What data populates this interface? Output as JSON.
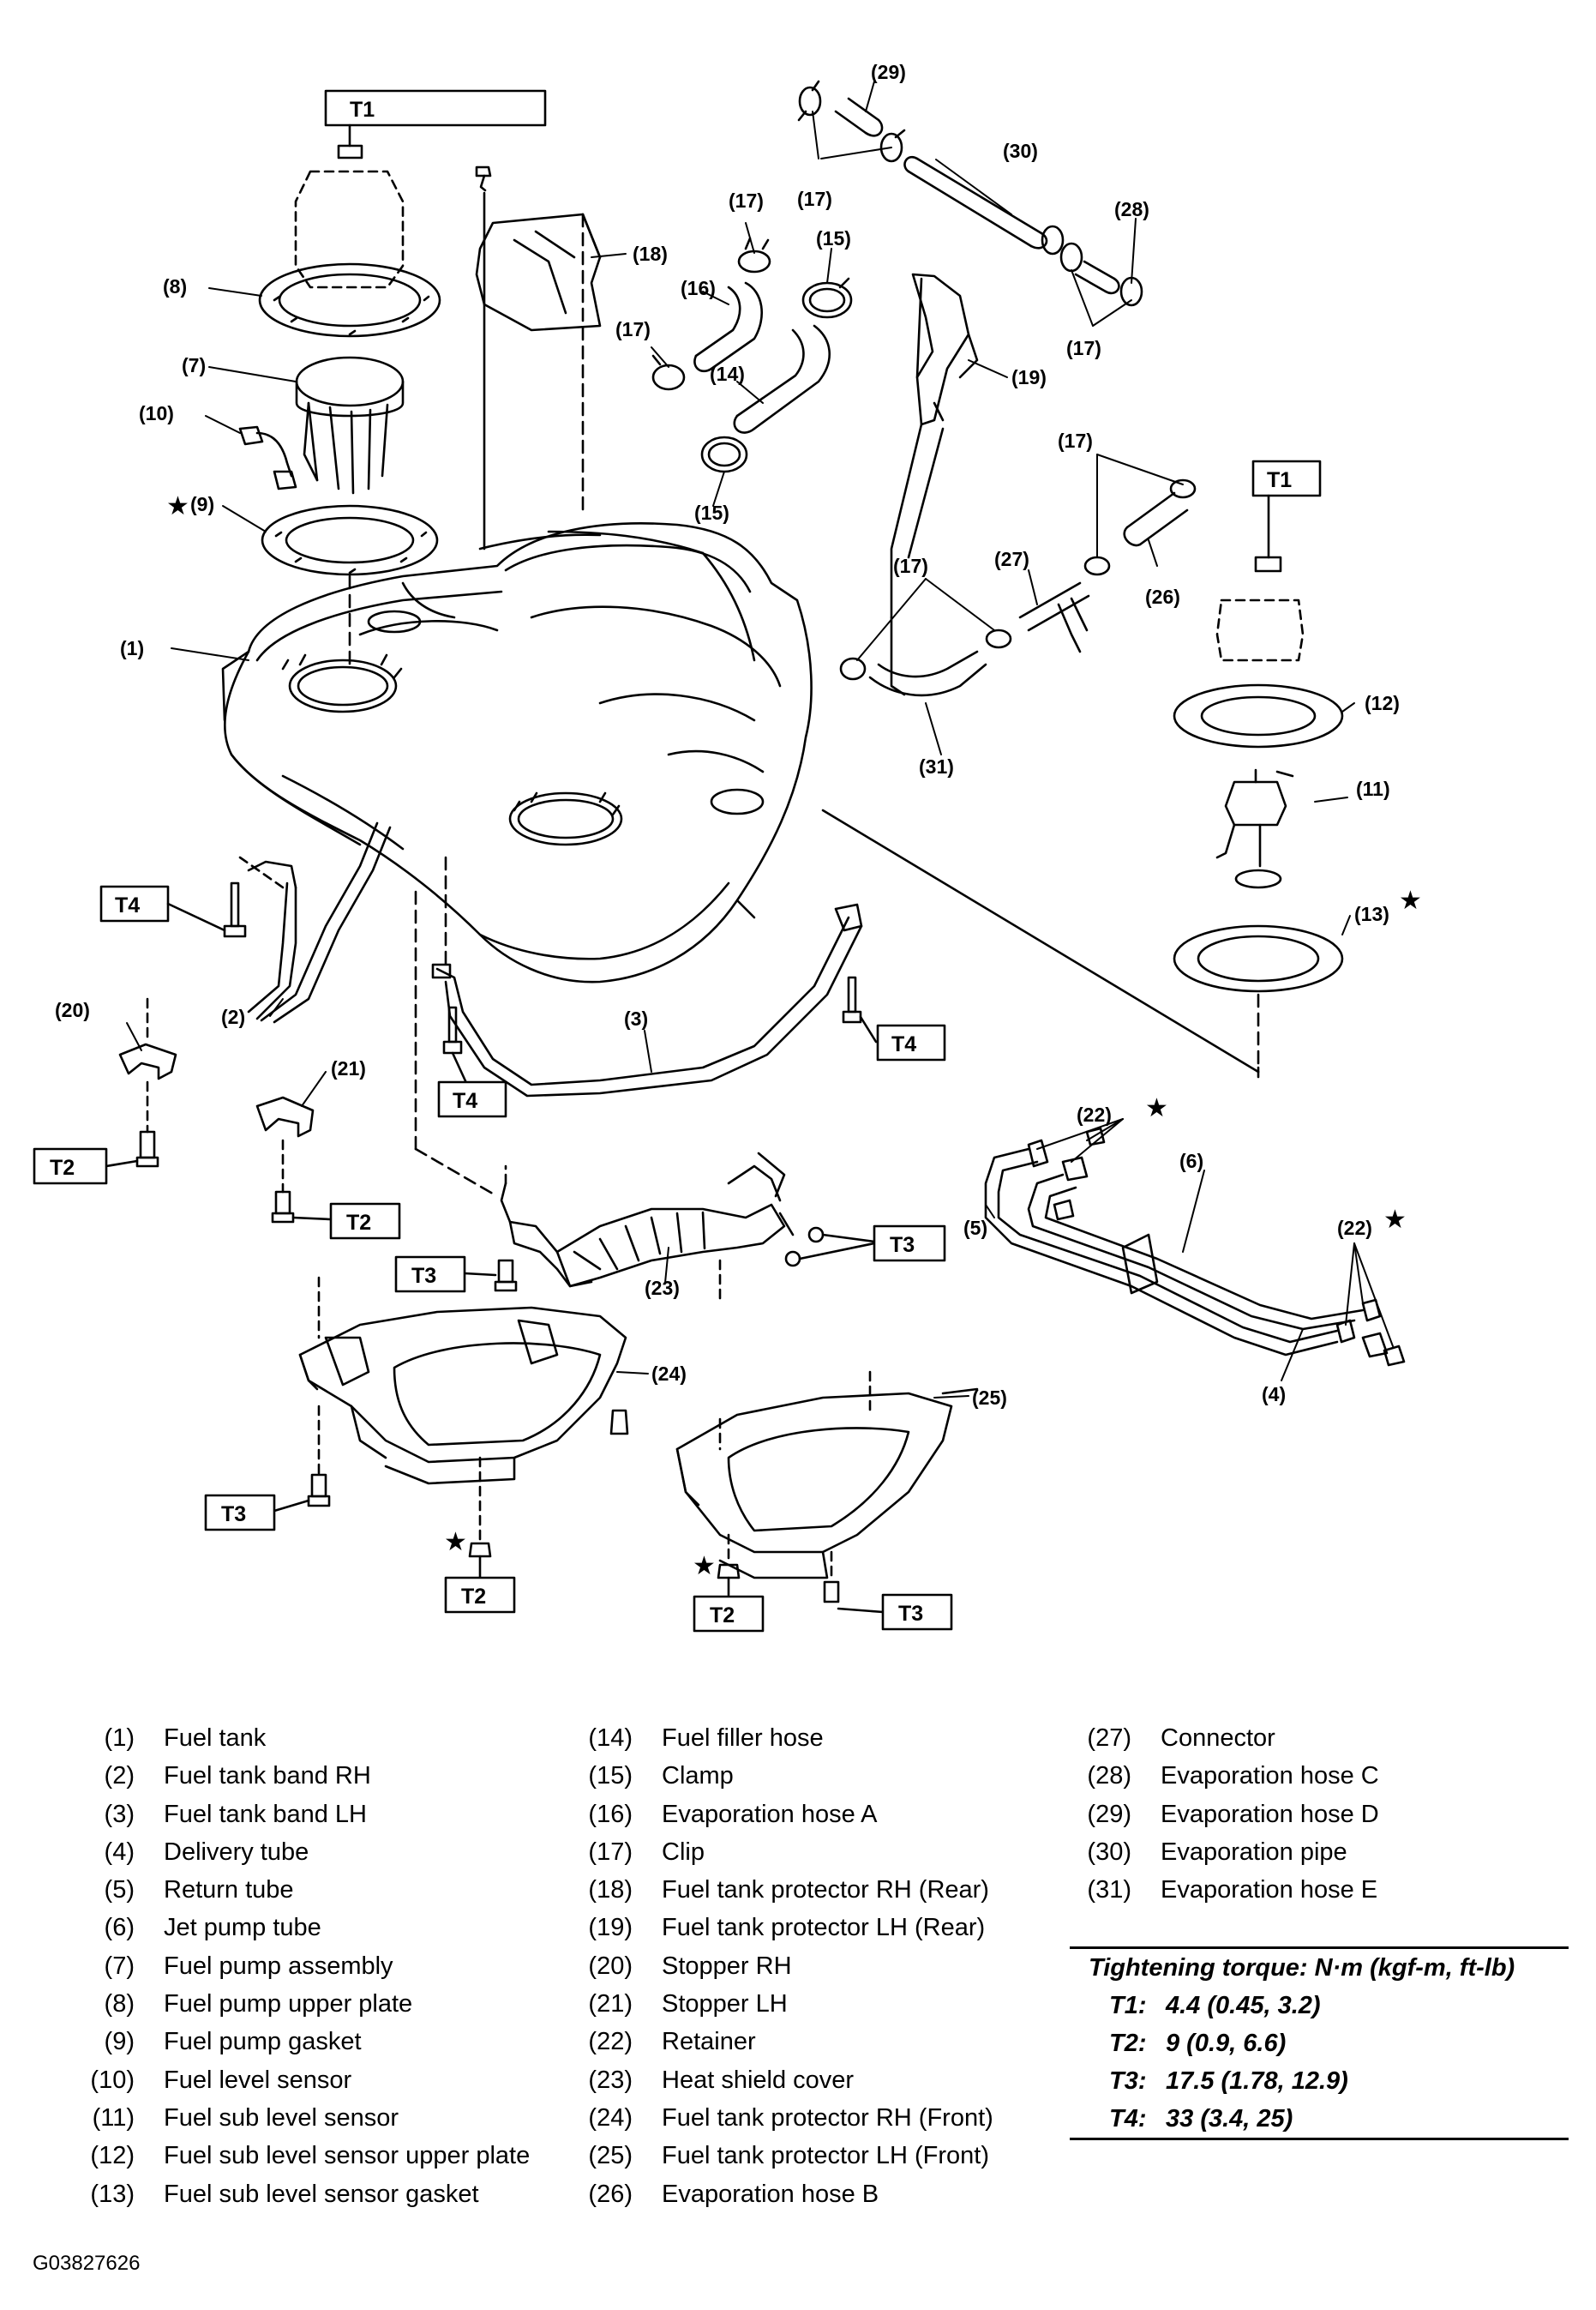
{
  "callouts": [
    {
      "id": "c1",
      "label": "(1)"
    },
    {
      "id": "c2",
      "label": "(2)"
    },
    {
      "id": "c3",
      "label": "(3)"
    },
    {
      "id": "c4",
      "label": "(4)"
    },
    {
      "id": "c5",
      "label": "(5)"
    },
    {
      "id": "c6",
      "label": "(6)"
    },
    {
      "id": "c7",
      "label": "(7)"
    },
    {
      "id": "c8",
      "label": "(8)"
    },
    {
      "id": "c9",
      "label": "(9)"
    },
    {
      "id": "c10",
      "label": "(10)"
    },
    {
      "id": "c11",
      "label": "(11)"
    },
    {
      "id": "c12",
      "label": "(12)"
    },
    {
      "id": "c13",
      "label": "(13)"
    },
    {
      "id": "c14",
      "label": "(14)"
    },
    {
      "id": "c15a",
      "label": "(15)"
    },
    {
      "id": "c15b",
      "label": "(15)"
    },
    {
      "id": "c16",
      "label": "(16)"
    },
    {
      "id": "c17a",
      "label": "(17)"
    },
    {
      "id": "c17b",
      "label": "(17)"
    },
    {
      "id": "c17c",
      "label": "(17)"
    },
    {
      "id": "c17d",
      "label": "(17)"
    },
    {
      "id": "c17e",
      "label": "(17)"
    },
    {
      "id": "c17f",
      "label": "(17)"
    },
    {
      "id": "c18",
      "label": "(18)"
    },
    {
      "id": "c19",
      "label": "(19)"
    },
    {
      "id": "c20",
      "label": "(20)"
    },
    {
      "id": "c21",
      "label": "(21)"
    },
    {
      "id": "c22a",
      "label": "(22)"
    },
    {
      "id": "c22b",
      "label": "(22)"
    },
    {
      "id": "c23",
      "label": "(23)"
    },
    {
      "id": "c24",
      "label": "(24)"
    },
    {
      "id": "c25",
      "label": "(25)"
    },
    {
      "id": "c26",
      "label": "(26)"
    },
    {
      "id": "c27",
      "label": "(27)"
    },
    {
      "id": "c28",
      "label": "(28)"
    },
    {
      "id": "c29",
      "label": "(29)"
    },
    {
      "id": "c30",
      "label": "(30)"
    },
    {
      "id": "c31",
      "label": "(31)"
    }
  ],
  "torque_boxes": [
    {
      "id": "t1a",
      "label": "T1"
    },
    {
      "id": "t1b",
      "label": "T1"
    },
    {
      "id": "t2a",
      "label": "T2"
    },
    {
      "id": "t2b",
      "label": "T2"
    },
    {
      "id": "t3a",
      "label": "T3"
    },
    {
      "id": "t3b",
      "label": "T3"
    },
    {
      "id": "t3c",
      "label": "T3"
    },
    {
      "id": "t3d",
      "label": "T3"
    },
    {
      "id": "t3e",
      "label": "T3"
    },
    {
      "id": "t3f",
      "label": "T3"
    },
    {
      "id": "t4a",
      "label": "T4"
    },
    {
      "id": "t4b",
      "label": "T4"
    },
    {
      "id": "t4c",
      "label": "T4"
    }
  ],
  "star_symbol": "★",
  "legend": [
    {
      "num": "(1)",
      "name": "Fuel tank"
    },
    {
      "num": "(2)",
      "name": "Fuel tank band RH"
    },
    {
      "num": "(3)",
      "name": "Fuel tank band LH"
    },
    {
      "num": "(4)",
      "name": "Delivery tube"
    },
    {
      "num": "(5)",
      "name": "Return tube"
    },
    {
      "num": "(6)",
      "name": "Jet pump tube"
    },
    {
      "num": "(7)",
      "name": "Fuel pump assembly"
    },
    {
      "num": "(8)",
      "name": "Fuel pump upper plate"
    },
    {
      "num": "(9)",
      "name": "Fuel pump gasket"
    },
    {
      "num": "(10)",
      "name": "Fuel level sensor"
    },
    {
      "num": "(11)",
      "name": "Fuel sub level sensor"
    },
    {
      "num": "(12)",
      "name": "Fuel sub level sensor upper plate"
    },
    {
      "num": "(13)",
      "name": "Fuel sub level sensor gasket"
    },
    {
      "num": "(14)",
      "name": "Fuel filler hose"
    },
    {
      "num": "(15)",
      "name": "Clamp"
    },
    {
      "num": "(16)",
      "name": "Evaporation hose A"
    },
    {
      "num": "(17)",
      "name": "Clip"
    },
    {
      "num": "(18)",
      "name": "Fuel tank protector RH (Rear)"
    },
    {
      "num": "(19)",
      "name": "Fuel tank protector LH (Rear)"
    },
    {
      "num": "(20)",
      "name": "Stopper RH"
    },
    {
      "num": "(21)",
      "name": "Stopper LH"
    },
    {
      "num": "(22)",
      "name": "Retainer"
    },
    {
      "num": "(23)",
      "name": "Heat shield cover"
    },
    {
      "num": "(24)",
      "name": "Fuel tank protector RH (Front)"
    },
    {
      "num": "(25)",
      "name": "Fuel tank protector LH (Front)"
    },
    {
      "num": "(26)",
      "name": "Evaporation hose B"
    },
    {
      "num": "(27)",
      "name": "Connector"
    },
    {
      "num": "(28)",
      "name": "Evaporation hose C"
    },
    {
      "num": "(29)",
      "name": "Evaporation hose D"
    },
    {
      "num": "(30)",
      "name": "Evaporation pipe"
    },
    {
      "num": "(31)",
      "name": "Evaporation hose E"
    }
  ],
  "torque": {
    "heading": "Tightening torque: N·m (kgf-m, ft-lb)",
    "rows": [
      {
        "key": "T1:",
        "value": "4.4 (0.45, 3.2)"
      },
      {
        "key": "T2:",
        "value": "9 (0.9, 6.6)"
      },
      {
        "key": "T3:",
        "value": "17.5 (1.78, 12.9)"
      },
      {
        "key": "T4:",
        "value": "33 (3.4, 25)"
      }
    ]
  },
  "figure_code": "G03827626"
}
